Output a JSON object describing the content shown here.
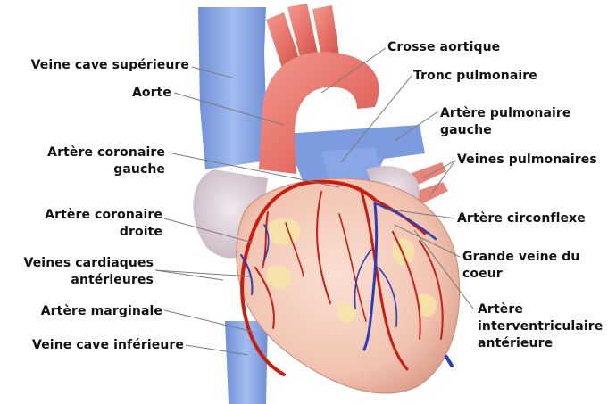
{
  "labels": {
    "vcs": "Veine cave supérieure",
    "aorte": "Aorte",
    "acg_1": "Artère coronaire",
    "acg_2": "gauche",
    "acd_1": "Artère coronaire",
    "acd_2": "droite",
    "vca_1": "Veines cardiaques",
    "vca_2": "antérieures",
    "amarg": "Artère marginale",
    "vci": "Veine cave inférieure",
    "crosse": "Crosse aortique",
    "tronc": "Tronc pulmonaire",
    "apg_1": "Artère pulmonaire",
    "apg_2": "gauche",
    "vpulm": "Veines pulmonaires",
    "circ": "Artère circonflexe",
    "gvc_1": "Grande veine du",
    "gvc_2": "coeur",
    "aiva_1": "Artère",
    "aiva_2": "interventriculaire",
    "aiva_3": "antérieure"
  },
  "colors": {
    "vein": "#7f9fe0",
    "artery": "#e66a60",
    "heart": "#f3c7b6",
    "atrium": "#ddd0d8",
    "coronary": "#c81e12",
    "cardiac_vein": "#2b3fb5",
    "fat": "#f6e6a6"
  }
}
